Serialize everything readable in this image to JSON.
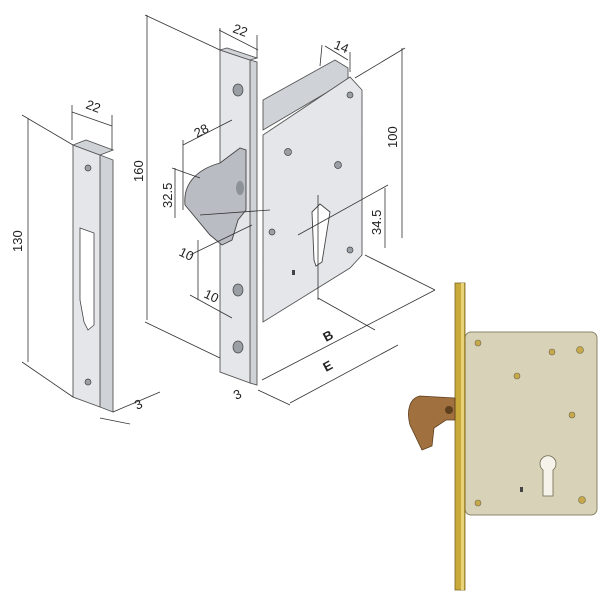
{
  "diagram": {
    "strike_plate": {
      "width_label": "22",
      "height_label": "130",
      "thickness_label": "3"
    },
    "lock": {
      "faceplate_width_label": "22",
      "faceplate_height_label": "160",
      "faceplate_thickness_label": "3",
      "latch_projection_label": "28",
      "latch_height_label": "32.5",
      "latch_offset_label_1": "10",
      "latch_offset_label_2": "10",
      "body_thickness_label": "14",
      "body_height_label": "100",
      "cylinder_height_label": "34.5",
      "backset_label": "B",
      "depth_label": "E"
    },
    "colors": {
      "metal": "#e4e6ea",
      "brass": "#c9a93a",
      "photo_body": "#d8d3b8",
      "latch_bronze": "#a0703e"
    }
  }
}
